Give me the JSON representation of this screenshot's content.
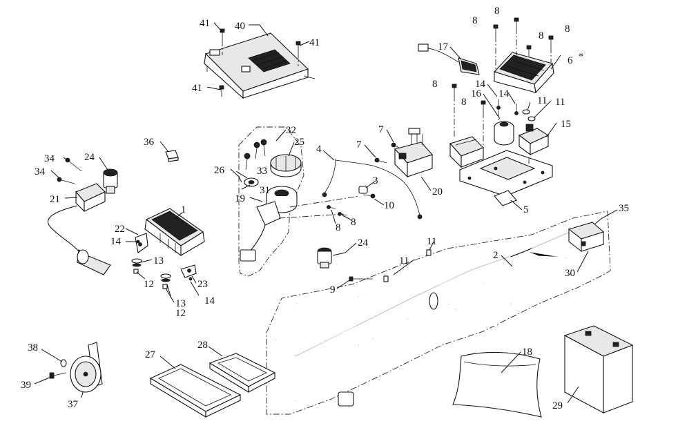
{
  "diagram": {
    "callouts": {
      "c1": "1",
      "c2": "2",
      "c3": "3",
      "c4": "4",
      "c5": "5",
      "c6": "6",
      "c6_mark": "*",
      "c7a": "7",
      "c7b": "7",
      "c8a": "8",
      "c8b": "8",
      "c8c": "8",
      "c8d": "8",
      "c8e": "8",
      "c8f": "8",
      "c8g": "8",
      "c8h": "8",
      "c9": "9",
      "c10": "10",
      "c11a": "11",
      "c11b": "11",
      "c11c": "11",
      "c11d": "11",
      "c12a": "12",
      "c12b": "12",
      "c13a": "13",
      "c13b": "13",
      "c14a": "14",
      "c14b": "14",
      "c14c": "14",
      "c14d": "14",
      "c15": "15",
      "c16": "16",
      "c17": "17",
      "c18": "18",
      "c19": "19",
      "c20": "20",
      "c21": "21",
      "c22": "22",
      "c23": "23",
      "c24a": "24",
      "c24b": "24",
      "c25": "25",
      "c26": "26",
      "c27": "27",
      "c28": "28",
      "c29": "29",
      "c30": "30",
      "c31": "31",
      "c32": "32",
      "c33": "33",
      "c34a": "34",
      "c34b": "34",
      "c35": "35",
      "c36": "36",
      "c37": "37",
      "c38": "38",
      "c39": "39",
      "c40": "40",
      "c41a": "41",
      "c41b": "41",
      "c41c": "41"
    }
  }
}
